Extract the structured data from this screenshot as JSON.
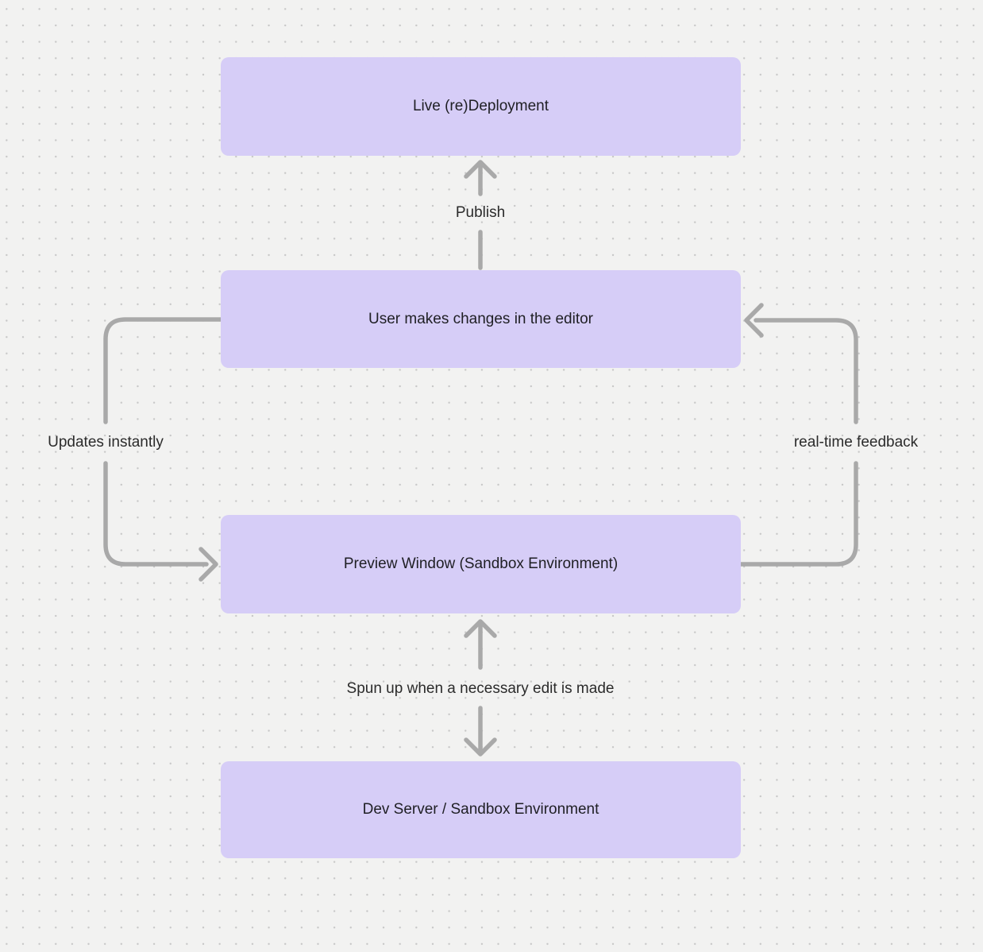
{
  "canvas": {
    "background_color": "#f2f2f1",
    "dot_grid_color": "#c7c7c7",
    "node_fill_color": "#d6cdf7",
    "arrow_color": "#a9a9a9",
    "text_color": "#1f1f24"
  },
  "nodes": [
    {
      "id": "live-deployment",
      "label": "Live (re)Deployment"
    },
    {
      "id": "editor",
      "label": "User makes changes in the editor"
    },
    {
      "id": "preview",
      "label": "Preview Window (Sandbox Environment)"
    },
    {
      "id": "dev-server",
      "label": "Dev Server / Sandbox Environment"
    }
  ],
  "edges": [
    {
      "id": "publish",
      "label": "Publish",
      "from": "editor",
      "to": "live-deployment",
      "direction": "up"
    },
    {
      "id": "updates-instantly",
      "label": "Updates instantly",
      "from": "editor",
      "to": "preview",
      "direction": "left-loop-down"
    },
    {
      "id": "real-time-feedback",
      "label": "real-time feedback",
      "from": "preview",
      "to": "editor",
      "direction": "right-loop-up"
    },
    {
      "id": "spun-up",
      "label": "Spun up when a necessary edit is made",
      "from": "dev-server",
      "to": "preview",
      "direction": "bidirectional-vertical"
    }
  ]
}
